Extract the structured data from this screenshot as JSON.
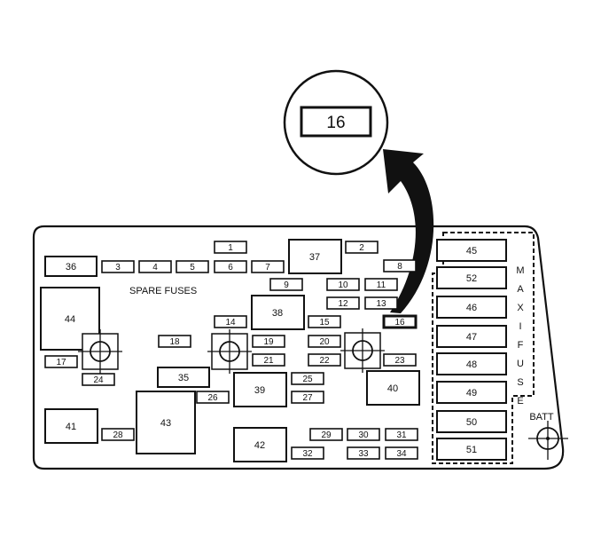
{
  "diagram": {
    "spare_label": "SPARE FUSES",
    "maxi_label": [
      "M",
      "A",
      "X",
      "I",
      "F",
      "U",
      "S",
      "E"
    ],
    "batt_label": "BATT",
    "callout_label": "16",
    "highlight_fuse": "16",
    "fuses": [
      "1",
      "2",
      "3",
      "4",
      "5",
      "6",
      "7",
      "8",
      "9",
      "10",
      "11",
      "12",
      "13",
      "14",
      "15",
      "16",
      "17",
      "18",
      "19",
      "20",
      "21",
      "22",
      "23",
      "24",
      "25",
      "26",
      "27",
      "28",
      "29",
      "30",
      "31",
      "32",
      "33",
      "34",
      "35",
      "36",
      "37",
      "38",
      "39",
      "40",
      "41",
      "42",
      "43",
      "44",
      "45",
      "46",
      "47",
      "48",
      "49",
      "50",
      "51",
      "52"
    ],
    "maxi_fuses": [
      "45",
      "52",
      "46",
      "47",
      "48",
      "49",
      "50",
      "51"
    ]
  }
}
